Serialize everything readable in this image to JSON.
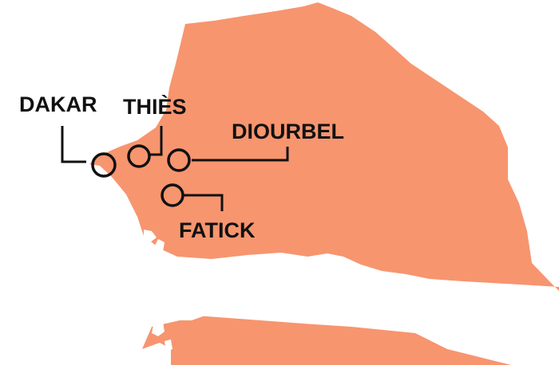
{
  "map": {
    "colors": {
      "land": "#F7956F",
      "water": "#FFFFFF",
      "ink": "#111111"
    },
    "regions": [
      {
        "id": "dakar",
        "label": "DAKAR"
      },
      {
        "id": "thies",
        "label": "THIÈS"
      },
      {
        "id": "diourbel",
        "label": "DIOURBEL"
      },
      {
        "id": "fatick",
        "label": "FATICK"
      }
    ]
  }
}
